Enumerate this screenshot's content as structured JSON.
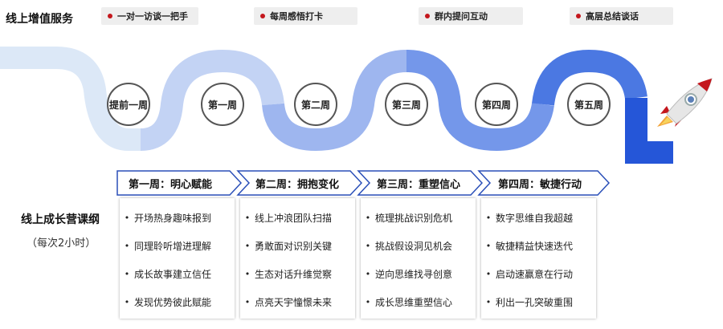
{
  "services": {
    "title": "线上增值服务",
    "items": [
      "一对一访谈一把手",
      "每周感悟打卡",
      "群内提问互动",
      "高层总结谈话"
    ]
  },
  "roadmap": {
    "weeks": [
      "提前一周",
      "第一周",
      "第二周",
      "第三周",
      "第四周",
      "第五周"
    ],
    "colors": [
      "#dce8f7",
      "#c3d3f4",
      "#9eb6ef",
      "#7497ea",
      "#4b78e2",
      "#2556d8"
    ],
    "icon": "rocket-icon"
  },
  "curriculum": {
    "title": "线上成长营课纲",
    "subtitle": "（每次2小时）",
    "columns": [
      {
        "heading": "第一周：明心赋能",
        "items": [
          "开场热身趣味报到",
          "同理聆听增进理解",
          "成长故事建立信任",
          "发现优势彼此赋能"
        ]
      },
      {
        "heading": "第二周：拥抱变化",
        "items": [
          "线上冲浪团队扫描",
          "勇敢面对识别关键",
          "生态对话升维觉察",
          "点亮天宇憧憬未来"
        ]
      },
      {
        "heading": "第三周：重塑信心",
        "items": [
          "梳理挑战识别危机",
          "挑战假设洞见机会",
          "逆向思维找寻创意",
          "成长思维重塑信心"
        ]
      },
      {
        "heading": "第四周：敏捷行动",
        "items": [
          "数字思维自我超越",
          "敏捷精益快速迭代",
          "启动速赢意在行动",
          "利出一孔突破重围"
        ]
      }
    ]
  }
}
